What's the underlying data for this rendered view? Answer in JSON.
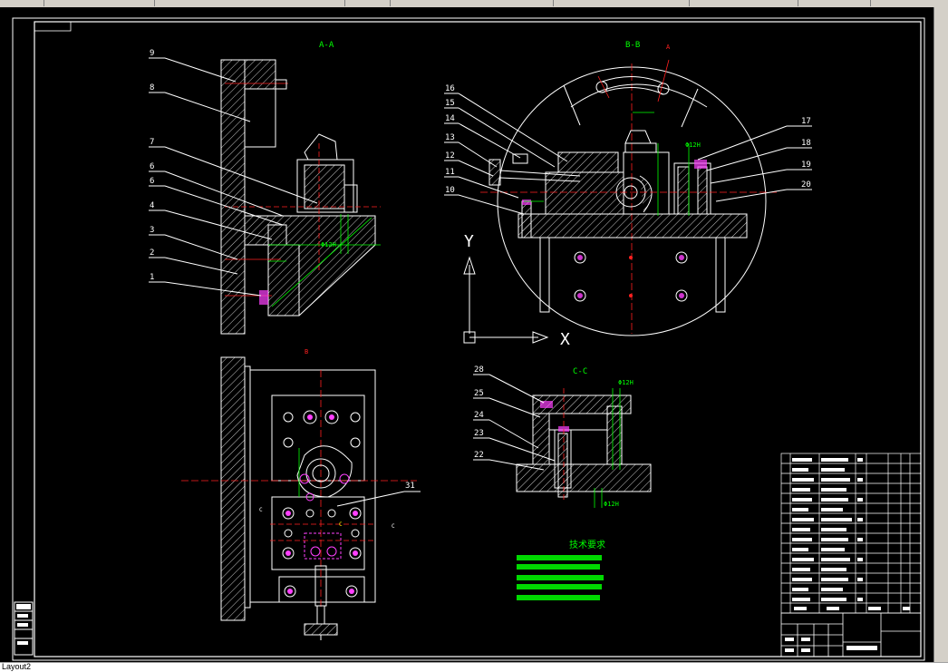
{
  "status_bar": {
    "layout_tab": "Layout2"
  },
  "section_labels": {
    "aa": "A-A",
    "bb": "B-B",
    "cc": "C-C"
  },
  "part_numbers_left": [
    "9",
    "8",
    "7",
    "6",
    "6",
    "4",
    "3",
    "2",
    "1"
  ],
  "part_numbers_right_left": [
    "16",
    "15",
    "14",
    "13",
    "12",
    "11",
    "10"
  ],
  "part_numbers_right_right": [
    "17",
    "18",
    "19",
    "20"
  ],
  "part_numbers_cc": [
    "28",
    "25",
    "24",
    "23",
    "22"
  ],
  "part_number_31": "31",
  "axes": {
    "y": "Y",
    "x": "X"
  },
  "tech_req": {
    "title": "技术要求"
  },
  "colors": {
    "background": "#000000",
    "lines": "#ffffff",
    "hatch": "#ffffff",
    "center": "#ff2020",
    "dims": "#00ff00",
    "magenta": "#ff40ff",
    "cyan": "#00ffff",
    "yellow": "#ffff00"
  }
}
